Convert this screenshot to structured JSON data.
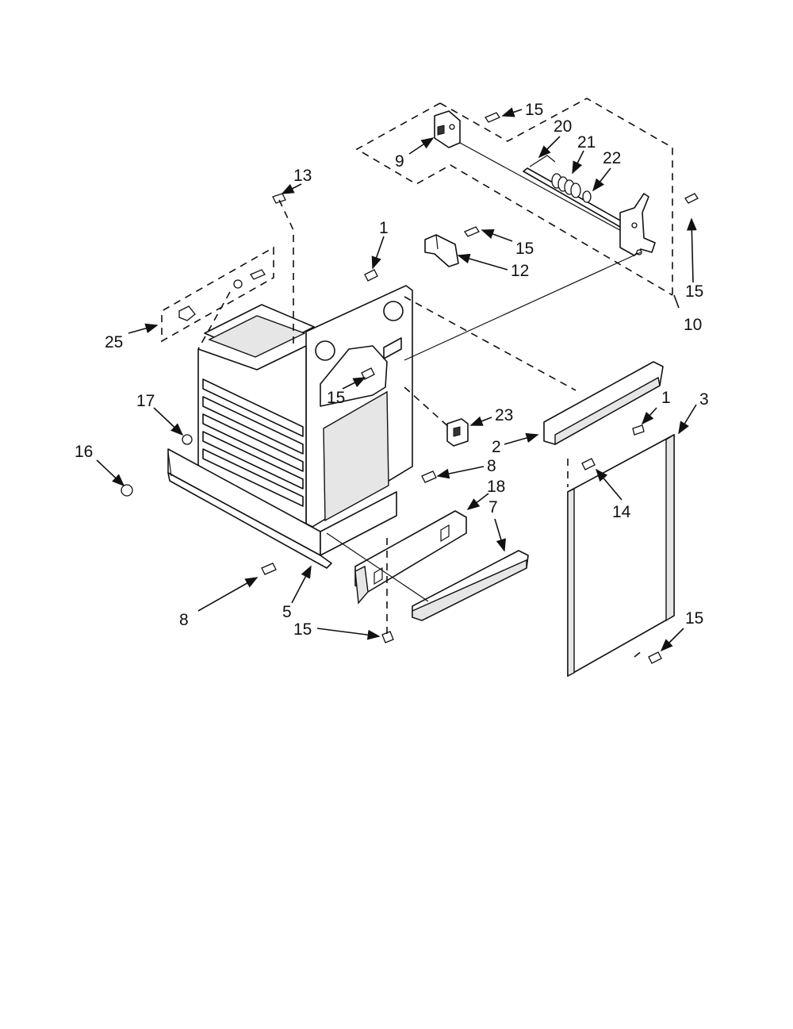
{
  "diagram": {
    "callouts": [
      {
        "id": "c15a",
        "text": "15"
      },
      {
        "id": "c20",
        "text": "20"
      },
      {
        "id": "c21",
        "text": "21"
      },
      {
        "id": "c22",
        "text": "22"
      },
      {
        "id": "c9",
        "text": "9"
      },
      {
        "id": "c13",
        "text": "13"
      },
      {
        "id": "c1a",
        "text": "1"
      },
      {
        "id": "c15b",
        "text": "15"
      },
      {
        "id": "c12",
        "text": "12"
      },
      {
        "id": "c15c",
        "text": "15"
      },
      {
        "id": "c10",
        "text": "10"
      },
      {
        "id": "c25",
        "text": "25"
      },
      {
        "id": "c15d",
        "text": "15"
      },
      {
        "id": "c23",
        "text": "23"
      },
      {
        "id": "c17",
        "text": "17"
      },
      {
        "id": "c1b",
        "text": "1"
      },
      {
        "id": "c3",
        "text": "3"
      },
      {
        "id": "c2",
        "text": "2"
      },
      {
        "id": "c16",
        "text": "16"
      },
      {
        "id": "c8a",
        "text": "8"
      },
      {
        "id": "c18",
        "text": "18"
      },
      {
        "id": "c7",
        "text": "7"
      },
      {
        "id": "c14",
        "text": "14"
      },
      {
        "id": "c8b",
        "text": "8"
      },
      {
        "id": "c5",
        "text": "5"
      },
      {
        "id": "c15e",
        "text": "15"
      },
      {
        "id": "c15f",
        "text": "15"
      }
    ]
  }
}
